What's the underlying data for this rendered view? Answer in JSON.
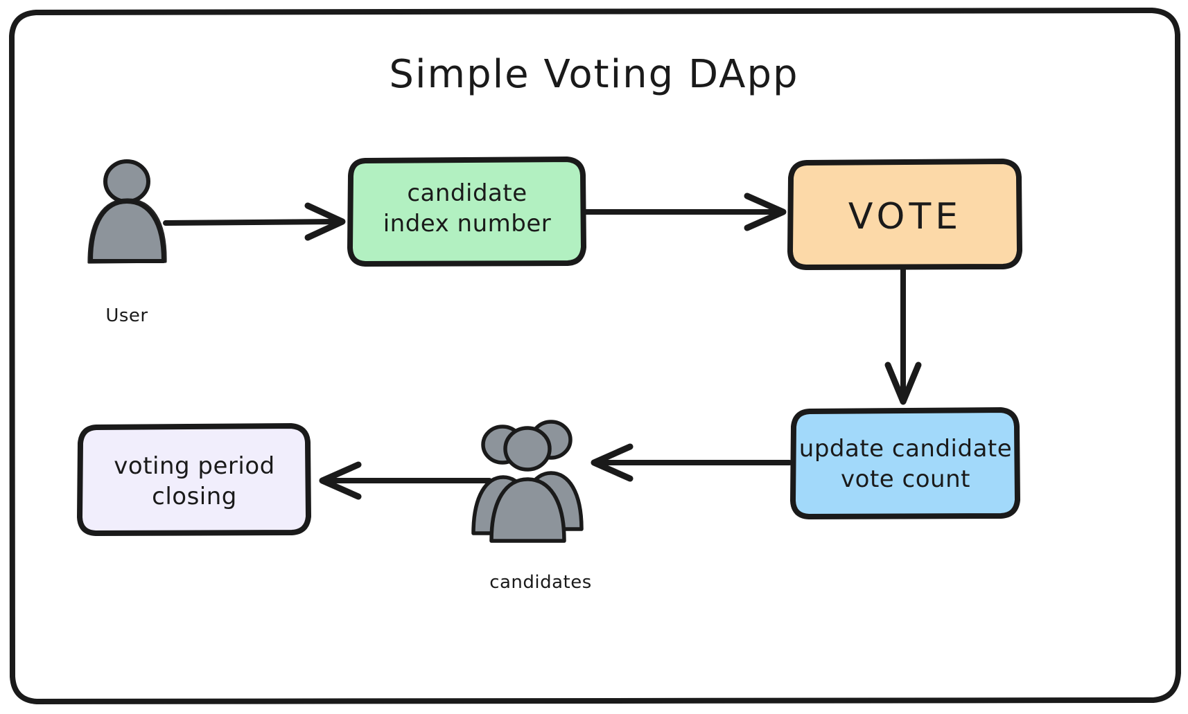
{
  "diagram": {
    "title": "Simple Voting DApp",
    "frame": {
      "border_color": "#1a1a1a",
      "background": "#ffffff"
    },
    "nodes": [
      {
        "id": "user-actor",
        "kind": "actor-icon",
        "icon": "single-person-icon",
        "caption": "User",
        "fill": "#8d949b",
        "stroke": "#1a1a1a"
      },
      {
        "id": "candidate-index",
        "kind": "process-box",
        "label": "candidate\nindex number",
        "fill": "#b2f0c1",
        "stroke": "#1a1a1a"
      },
      {
        "id": "vote",
        "kind": "process-box",
        "label": "VOTE",
        "fill": "#fcd9a8",
        "stroke": "#1a1a1a"
      },
      {
        "id": "update-count",
        "kind": "process-box",
        "label": "update candidate\nvote count",
        "fill": "#a2d9fa",
        "stroke": "#1a1a1a"
      },
      {
        "id": "candidates-group",
        "kind": "actor-icon",
        "icon": "group-of-people-icon",
        "caption": "candidates",
        "fill": "#8d949b",
        "stroke": "#1a1a1a"
      },
      {
        "id": "voting-period-closing",
        "kind": "process-box",
        "label": "voting period\nclosing",
        "fill": "#f1eefc",
        "stroke": "#1a1a1a"
      }
    ],
    "edges": [
      {
        "id": "edge-user-to-candidate-index",
        "from": "user-actor",
        "to": "candidate-index",
        "direction": "right",
        "label": ""
      },
      {
        "id": "edge-candidate-index-to-vote",
        "from": "candidate-index",
        "to": "vote",
        "direction": "right",
        "label": ""
      },
      {
        "id": "edge-vote-to-update-count",
        "from": "vote",
        "to": "update-count",
        "direction": "down",
        "label": ""
      },
      {
        "id": "edge-update-count-to-candidates",
        "from": "update-count",
        "to": "candidates-group",
        "direction": "left",
        "label": ""
      },
      {
        "id": "edge-candidates-to-voting-period-closing",
        "from": "candidates-group",
        "to": "voting-period-closing",
        "direction": "left",
        "label": ""
      }
    ]
  }
}
